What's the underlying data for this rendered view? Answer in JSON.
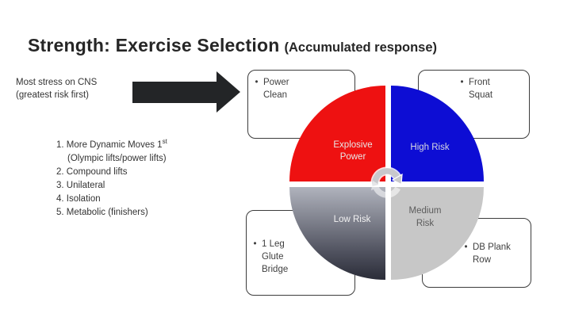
{
  "slide": {
    "title": "Strength: Exercise Selection",
    "subtitle": "(Accumulated response)",
    "cns_note": "Most stress on CNS\n(greatest risk first)",
    "exercise_list": {
      "item1": "1. More Dynamic Moves 1",
      "item1_sup": "st",
      "item1_wrap": "(Olympic lifts/power lifts)",
      "item2": "2. Compound lifts",
      "item3": "3. Unilateral",
      "item4": "4. Isolation",
      "item5": "5. Metabolic (finishers)"
    },
    "diagram": {
      "quadrants": {
        "top_left": {
          "label": "Explosive\nPower",
          "color": "#ee1111",
          "text_color": "#e9e7e7"
        },
        "top_right": {
          "label": "High Risk",
          "color": "#0d0dd4",
          "text_color": "#d9d9e2"
        },
        "bottom_left": {
          "label": "Low Risk",
          "color_top": "#b0b3bd",
          "color_bottom": "#2a2c38",
          "text_color": "#f2f2f2"
        },
        "bottom_right": {
          "label": "Medium\nRisk",
          "color": "#c7c7c7",
          "text_color": "#5c5c5c"
        }
      },
      "center_icon": "cycle-arrows",
      "callouts": {
        "top_left": {
          "bullet": "•",
          "text": "Power\nClean"
        },
        "top_right": {
          "bullet": "•",
          "text": "Front\nSquat"
        },
        "bottom_left": {
          "bullet": "•",
          "text": "1 Leg\nGlute\nBridge"
        },
        "bottom_right": {
          "bullet": "•",
          "text": "DB Plank\nRow"
        }
      }
    }
  }
}
